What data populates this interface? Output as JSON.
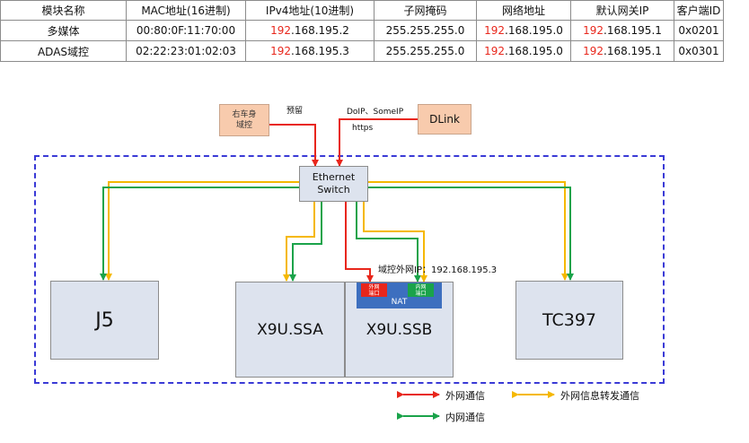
{
  "table": {
    "headers": [
      "模块名称",
      "MAC地址(16进制)",
      "IPv4地址(10进制)",
      "子网掩码",
      "网络地址",
      "默认网关IP",
      "客户端ID"
    ],
    "rows": [
      {
        "name": "多媒体",
        "mac": "00:80:0F:11:70:00",
        "ip_hl": "192",
        "ip_rest": ".168.195.2",
        "mask": "255.255.255.0",
        "net_hl": "192",
        "net_rest": ".168.195.0",
        "gw_hl": "192",
        "gw_rest": ".168.195.1",
        "client": "0x0201"
      },
      {
        "name": "ADAS域控",
        "mac": "02:22:23:01:02:03",
        "ip_hl": "192",
        "ip_rest": ".168.195.3",
        "mask": "255.255.255.0",
        "net_hl": "192",
        "net_rest": ".168.195.0",
        "gw_hl": "192",
        "gw_rest": ".168.195.1",
        "client": "0x0301"
      }
    ]
  },
  "diagram": {
    "body_domain": "右车身\n域控",
    "reserved_label": "预留",
    "doip_label": "DoIP、SomeIP",
    "https_label": "https",
    "dlink": "DLink",
    "switch_line1": "Ethernet",
    "switch_line2": "Switch",
    "ip_label": "域控外网IP：192.168.195.3",
    "j5": "J5",
    "ssa": "X9U.SSA",
    "ssb": "X9U.SSB",
    "tc397": "TC397",
    "ext_port": "外网\n端口",
    "int_port": "内网\n端口",
    "nat": "NAT"
  },
  "legend": {
    "external": "外网通信",
    "forward": "外网信息转发通信",
    "internal": "内网通信"
  },
  "colors": {
    "red": "#e8261b",
    "yellow": "#f5b800",
    "green": "#1aa34a",
    "dashed_border": "#3a3ad6",
    "module_fill": "#dde3ee",
    "peach": "#f8cbad",
    "nat_blue": "#3d6fbf"
  }
}
